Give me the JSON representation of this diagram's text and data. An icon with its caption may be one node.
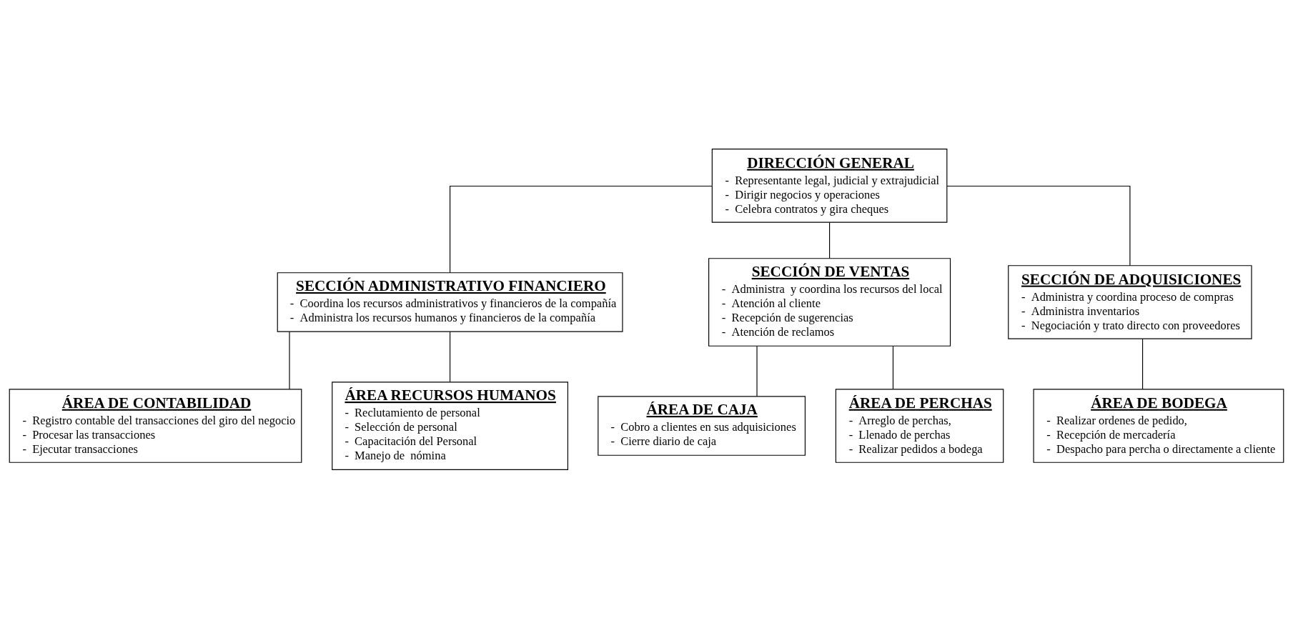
{
  "diagram": {
    "nodes": [
      {
        "text": [
          "DIRECCIÓN GENERAL",
          "-  Representante legal, judicial y extrajudicial",
          "-  Dirigir negocios y operaciones",
          "-  Celebra contratos y gira cheques"
        ]
      },
      {
        "text": [
          "SECCIÓN ADMINISTRATIVO FINANCIERO",
          "-  Coordina los recursos administrativos y financieros de la compañía",
          "-  Administra los recursos humanos y financieros de la compañía"
        ]
      },
      {
        "text": [
          "SECCIÓN DE VENTAS",
          "-  Administra  y coordina los recursos del local",
          "-  Atención al cliente",
          "-  Recepción de sugerencias",
          "-  Atención de reclamos"
        ]
      },
      {
        "text": [
          "SECCIÓN DE ADQUISICIONES",
          "-  Administra y coordina proceso de compras",
          "-  Administra inventarios",
          "-  Negociación y trato directo con proveedores"
        ]
      },
      {
        "text": [
          "ÁREA DE CONTABILIDAD",
          "-  Registro contable del transacciones del giro del negocio",
          "-  Procesar las transacciones",
          "-  Ejecutar transacciones"
        ]
      },
      {
        "text": [
          "ÁREA RECURSOS HUMANOS",
          "-  Reclutamiento de personal",
          "-  Selección de personal",
          "-  Capacitación del Personal",
          "-  Manejo de  nómina"
        ]
      },
      {
        "text": [
          "ÁREA DE CAJA",
          "-  Cobro a clientes en sus adquisiciones",
          "-  Cierre diario de caja"
        ]
      },
      {
        "text": [
          "ÁREA DE PERCHAS",
          "-  Arreglo de perchas,",
          "-  Llenado de perchas",
          "-  Realizar pedidos a bodega"
        ]
      },
      {
        "text": [
          "ÁREA DE BODEGA",
          "-  Realizar ordenes de pedido,",
          "-  Recepción de mercadería",
          "-  Despacho para percha o directamente a cliente"
        ]
      }
    ],
    "edges": [
      {
        "from": 0,
        "to": 1,
        "arrow": "none"
      },
      {
        "from": 0,
        "to": 2,
        "arrow": "none"
      },
      {
        "from": 0,
        "to": 3,
        "arrow": "none"
      },
      {
        "from": 1,
        "to": 4,
        "arrow": "none"
      },
      {
        "from": 1,
        "to": 5,
        "arrow": "none"
      },
      {
        "from": 2,
        "to": 6,
        "arrow": "none"
      },
      {
        "from": 2,
        "to": 7,
        "arrow": "none"
      },
      {
        "from": 3,
        "to": 8,
        "arrow": "none"
      }
    ]
  }
}
